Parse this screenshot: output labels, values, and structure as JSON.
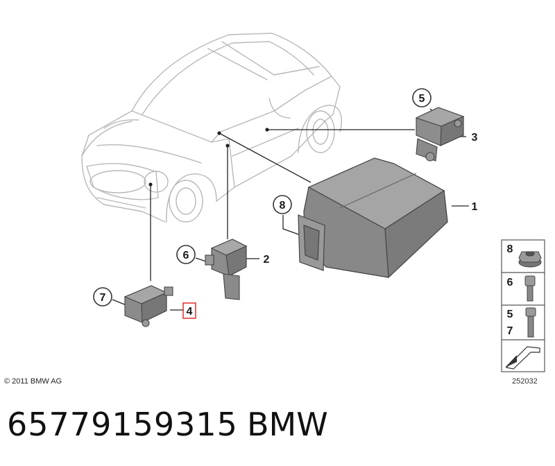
{
  "callouts": {
    "part1": "1",
    "part2": "2",
    "part3": "3",
    "part4": "4",
    "part5": "5",
    "part6": "6",
    "part7": "7",
    "part8": "8"
  },
  "hardware_legend": {
    "nut_label": "8",
    "bolt_short_label": "6",
    "bolt_long_labels": [
      "5",
      "7"
    ]
  },
  "copyright": "© 2011 BMW AG",
  "figure_code": "252032",
  "footer": {
    "part_number": "65779159315",
    "brand": "BMW"
  },
  "colors": {
    "line_art": "#b8b8b8",
    "part_gray": "#8a8a8a",
    "highlight_box": "#e23b3b"
  }
}
